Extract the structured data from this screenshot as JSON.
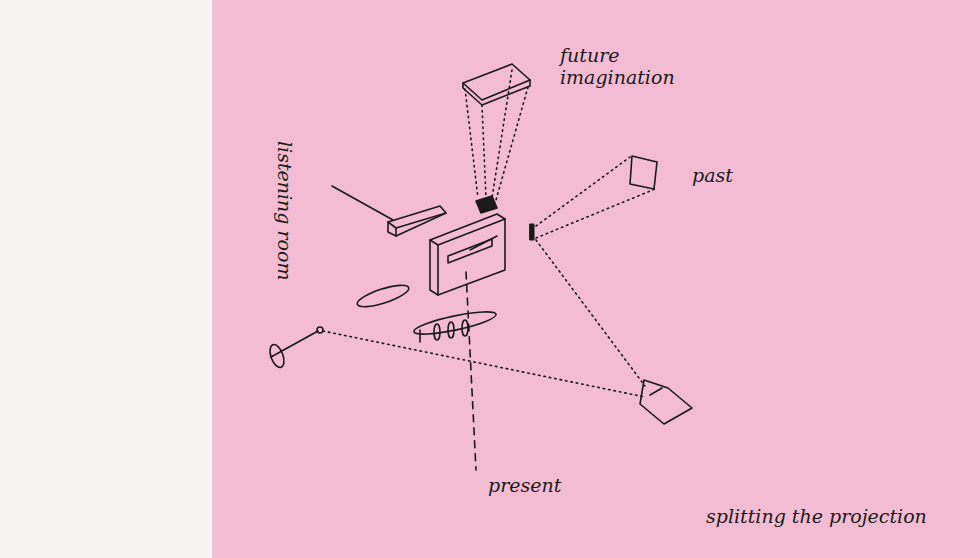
{
  "diagram": {
    "caption": "splitting the projection",
    "labels": [
      "future imagination",
      "past",
      "listening room",
      "present"
    ]
  }
}
